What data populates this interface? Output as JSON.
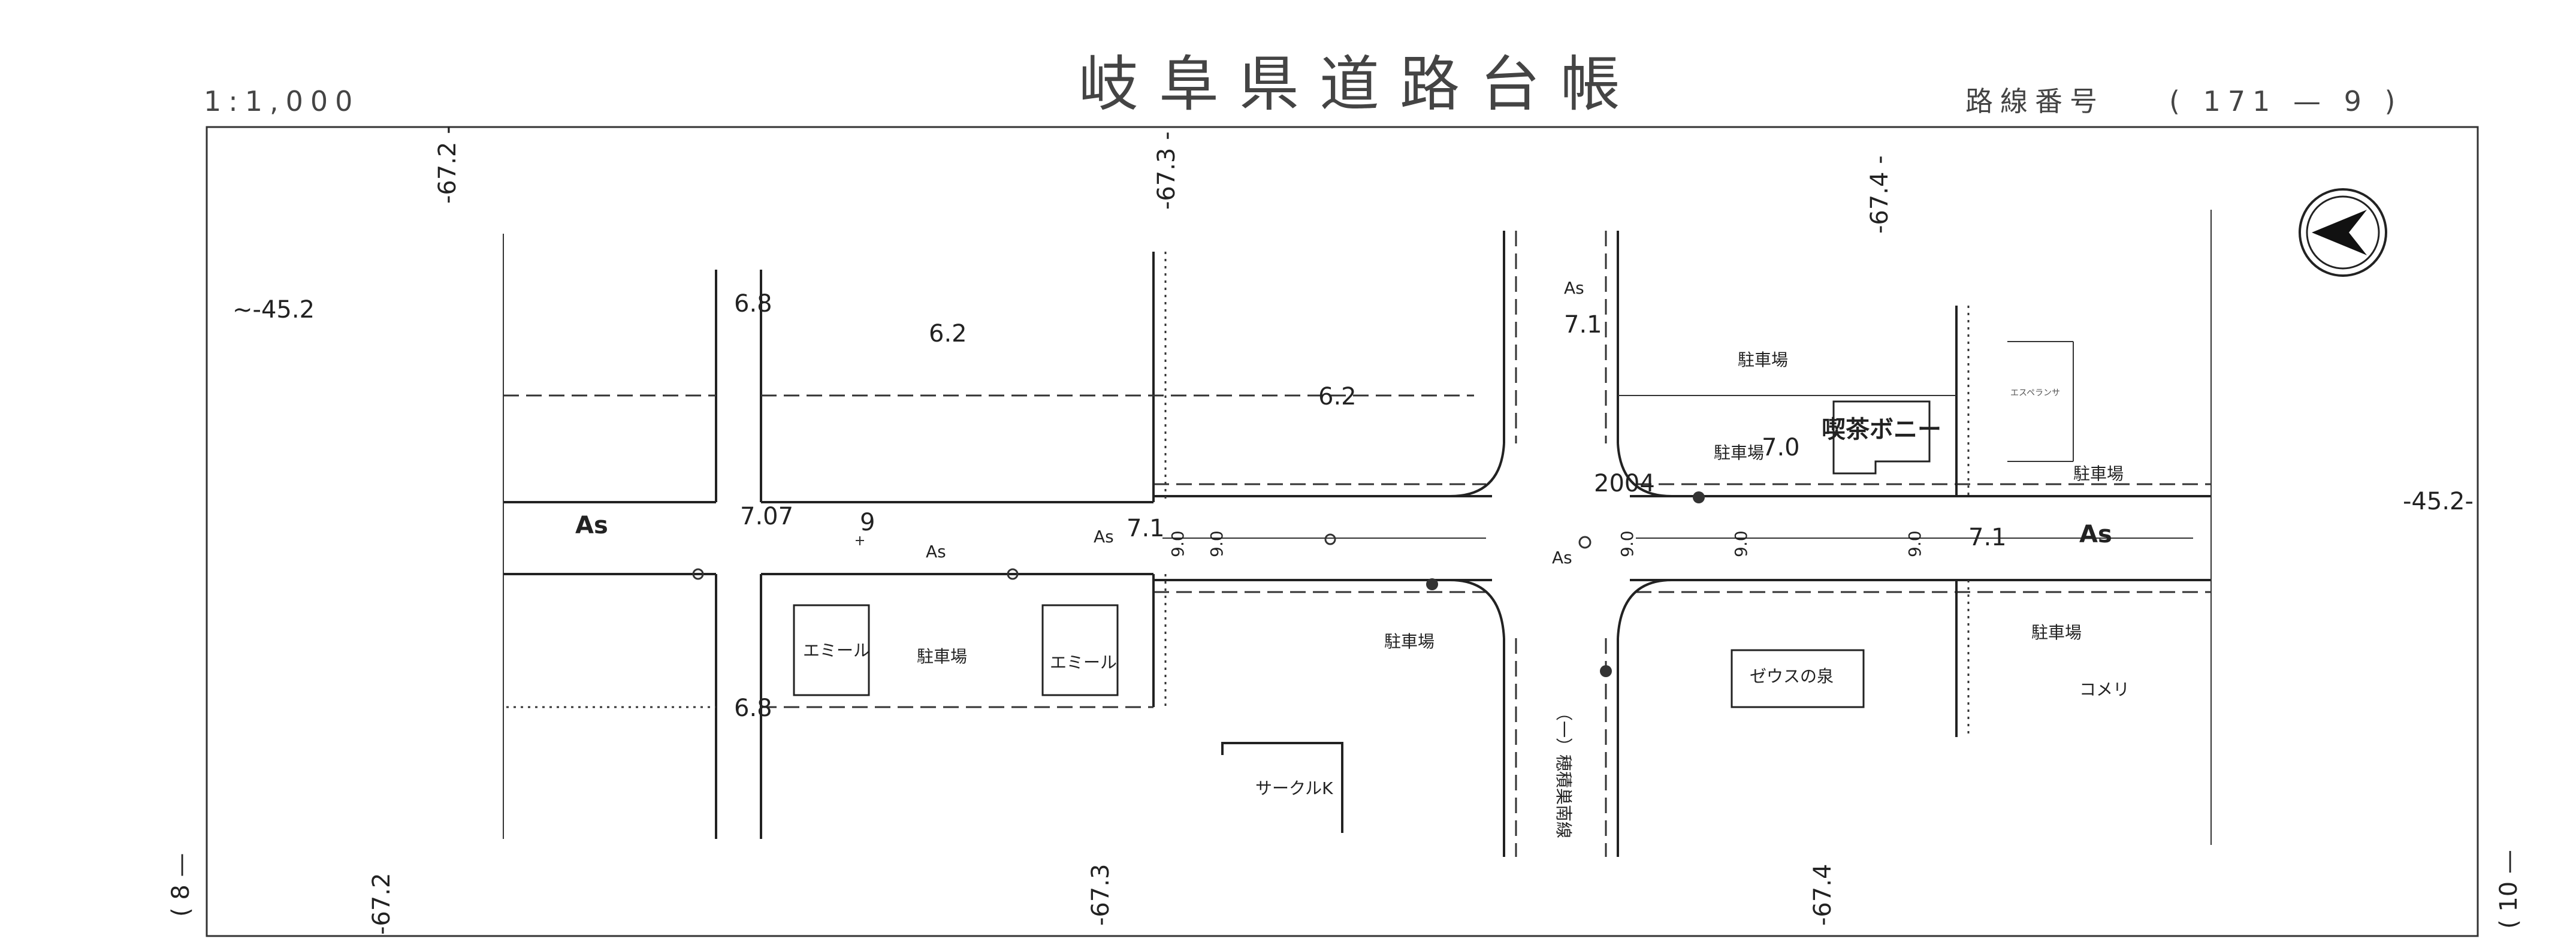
{
  "header": {
    "scale": "1:1,000",
    "title": "岐阜県道路台帳",
    "route_label": "路線番号",
    "route_number": "( 171 — 9 )"
  },
  "stations": {
    "top_1": "-67.2 -",
    "top_2": "-67.3 -",
    "top_3": "-67.4 -",
    "bottom_1": "-67.2",
    "bottom_2": "-67.3",
    "bottom_3": "-67.4",
    "left_offset": "~-45.2",
    "right_offset": "-45.2-"
  },
  "sheets": {
    "prev": "( 8 —",
    "next": "( 10 —"
  },
  "labels": {
    "surface_as": "As",
    "width_68": "6.8",
    "width_62": "6.2",
    "width_707": "7.07",
    "width_71": "7.1",
    "width_70": "7.0",
    "width_90": "9.0",
    "point_9": "9",
    "year": "2004",
    "parking": "駐車場",
    "emil": "エミール",
    "circle_k": "サークルK",
    "zeus": "ゼウスの泉",
    "komeri": "コメリ",
    "esperanza": "エスペランサ",
    "cafe": "喫茶ボニー",
    "cross_route": "（一）穂積巣南線"
  },
  "icons": {
    "north_arrow": "north-arrow-icon"
  }
}
